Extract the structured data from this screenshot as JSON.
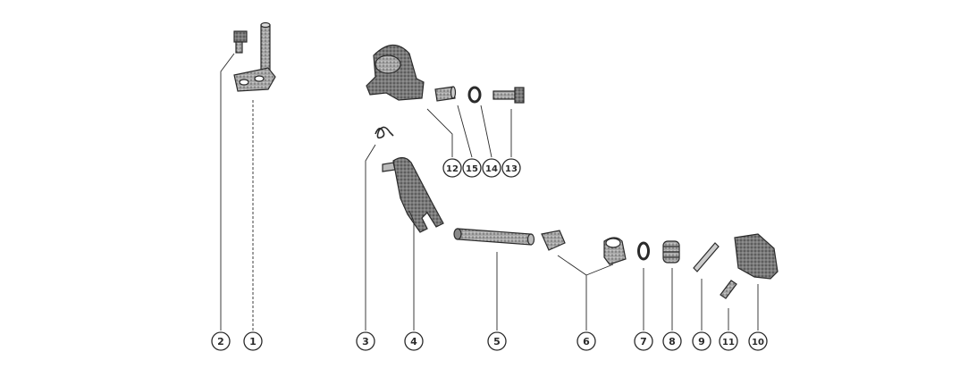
{
  "callouts": [
    "1",
    "2",
    "3",
    "4",
    "5",
    "6",
    "7",
    "8",
    "9",
    "10",
    "11",
    "12",
    "13",
    "14",
    "15"
  ],
  "parts": [
    "shift-shaft-part-1",
    "screw-part-2",
    "retainer-clip-part-3",
    "shift-lever-part-4",
    "shift-rod-part-5",
    "bushing-part-6",
    "washer-part-7",
    "spring-part-8",
    "cotter-pin-part-9",
    "shift-cam-part-10",
    "pin-part-11",
    "shift-arm-part-12",
    "bolt-part-13",
    "lockwasher-part-14",
    "washer-part-15"
  ],
  "colors": {
    "ink": "#2a2a2a",
    "paper": "#ffffff",
    "shade": "#5a5a5a"
  }
}
